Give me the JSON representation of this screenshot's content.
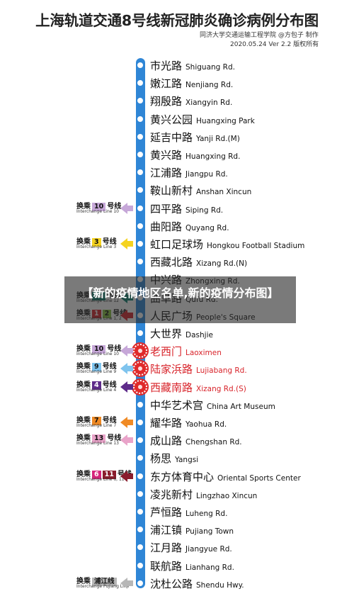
{
  "title": "上海轨道交通8号线新冠肺炎确诊病例分布图",
  "credit_line1": "同济大学交通运输工程学院 @方包子 制作",
  "credit_line2": "2020.05.24   Ver 2.2   版权所有",
  "line_color": "#2f86d6",
  "epidemic_color": "#d8232a",
  "stations": [
    {
      "cn": "市光路",
      "en": "Shiguang Rd."
    },
    {
      "cn": "嫩江路",
      "en": "Nenjiang Rd."
    },
    {
      "cn": "翔殷路",
      "en": "Xiangyin Rd."
    },
    {
      "cn": "黄兴公园",
      "en": "Huangxing Park"
    },
    {
      "cn": "延吉中路",
      "en": "Yanji Rd.(M)"
    },
    {
      "cn": "黄兴路",
      "en": "Huangxing Rd."
    },
    {
      "cn": "江浦路",
      "en": "Jiangpu Rd."
    },
    {
      "cn": "鞍山新村",
      "en": "Anshan Xincun"
    },
    {
      "cn": "四平路",
      "en": "Siping Rd."
    },
    {
      "cn": "曲阳路",
      "en": "Quyang Rd."
    },
    {
      "cn": "虹口足球场",
      "en": "Hongkou Football Stadium"
    },
    {
      "cn": "西藏北路",
      "en": "Xizang Rd.(N)"
    },
    {
      "cn": "中兴路",
      "en": "Zhongxing Rd."
    },
    {
      "cn": "曲阜路",
      "en": "Qufu Rd."
    },
    {
      "cn": "人民广场",
      "en": "People's Square"
    },
    {
      "cn": "大世界",
      "en": "Dashjie"
    },
    {
      "cn": "老西门",
      "en": "Laoximen",
      "epidemic": true
    },
    {
      "cn": "陆家浜路",
      "en": "Lujiabang Rd.",
      "epidemic": true
    },
    {
      "cn": "西藏南路",
      "en": "Xizang Rd.(S)",
      "epidemic": true
    },
    {
      "cn": "中华艺术宫",
      "en": "China Art Museum"
    },
    {
      "cn": "耀华路",
      "en": "Yaohua Rd."
    },
    {
      "cn": "成山路",
      "en": "Chengshan Rd."
    },
    {
      "cn": "杨思",
      "en": "Yangsi"
    },
    {
      "cn": "东方体育中心",
      "en": "Oriental Sports Center"
    },
    {
      "cn": "凌兆新村",
      "en": "Lingzhao Xincun"
    },
    {
      "cn": "芦恒路",
      "en": "Luheng Rd."
    },
    {
      "cn": "浦江镇",
      "en": "Pujiang Town"
    },
    {
      "cn": "江月路",
      "en": "Jiangyue Rd."
    },
    {
      "cn": "联航路",
      "en": "Lianhang Rd."
    },
    {
      "cn": "沈杜公路",
      "en": "Shendu Hwy."
    }
  ],
  "transfers": [
    {
      "station_index": 8,
      "prefix": "换乘",
      "lines": [
        {
          "num": "10",
          "color": "#c6a7d8"
        }
      ],
      "suffix": "号线",
      "en": "Interchange Line 10",
      "arrow_color": "#c6a7d8"
    },
    {
      "station_index": 10,
      "prefix": "换乘",
      "lines": [
        {
          "num": "3",
          "color": "#f5d320"
        }
      ],
      "suffix": "号线",
      "en": "Interchange Line 3",
      "arrow_color": "#f5d320"
    },
    {
      "station_index": 13,
      "prefix": "换乘",
      "lines": [
        {
          "num": "12",
          "color": "#0a7f6f"
        }
      ],
      "suffix": "号线",
      "en": "Interchange Line 12",
      "arrow_color": "#0a7f6f"
    },
    {
      "station_index": 14,
      "prefix": "换乘",
      "lines": [
        {
          "num": "1",
          "color": "#d8232a"
        },
        {
          "num": "2",
          "color": "#89c63f"
        }
      ],
      "suffix": "号线",
      "en": "Interchange Line 1, 2",
      "arrow_color": "#d8232a"
    },
    {
      "station_index": 16,
      "prefix": "换乘",
      "lines": [
        {
          "num": "10",
          "color": "#c6a7d8"
        }
      ],
      "suffix": "号线",
      "en": "Interchange Line 10",
      "arrow_color": "#c6a7d8"
    },
    {
      "station_index": 17,
      "prefix": "换乘",
      "lines": [
        {
          "num": "9",
          "color": "#7fc4ee"
        }
      ],
      "suffix": "号线",
      "en": "Interchange Line 9",
      "arrow_color": "#7fc4ee"
    },
    {
      "station_index": 18,
      "prefix": "换乘",
      "lines": [
        {
          "num": "4",
          "color": "#5e2b8a"
        }
      ],
      "suffix": "号线",
      "en": "Interchange Line 4",
      "arrow_color": "#5e2b8a"
    },
    {
      "station_index": 20,
      "prefix": "换乘",
      "lines": [
        {
          "num": "7",
          "color": "#f08a24"
        }
      ],
      "suffix": "号线",
      "en": "Interchange Line 7",
      "arrow_color": "#f08a24"
    },
    {
      "station_index": 21,
      "prefix": "换乘",
      "lines": [
        {
          "num": "13",
          "color": "#e9a3c9"
        }
      ],
      "suffix": "号线",
      "en": "Interchange Line 13",
      "arrow_color": "#e9a3c9"
    },
    {
      "station_index": 23,
      "prefix": "换乘",
      "lines": [
        {
          "num": "6",
          "color": "#d6247b"
        },
        {
          "num": "11",
          "color": "#8a1c2c"
        }
      ],
      "suffix": "号线",
      "en": "Interchange Line 6, 11",
      "arrow_color": "#8a1c2c"
    },
    {
      "station_index": 29,
      "prefix": "换乘",
      "lines": [
        {
          "num": "浦江线",
          "color": "#b7b7b7"
        }
      ],
      "suffix": "",
      "en": "Interchange Pujiang Line",
      "arrow_color": "#b7b7b7"
    }
  ],
  "banner": "【新的疫情地区名单,新的疫情分布图】"
}
